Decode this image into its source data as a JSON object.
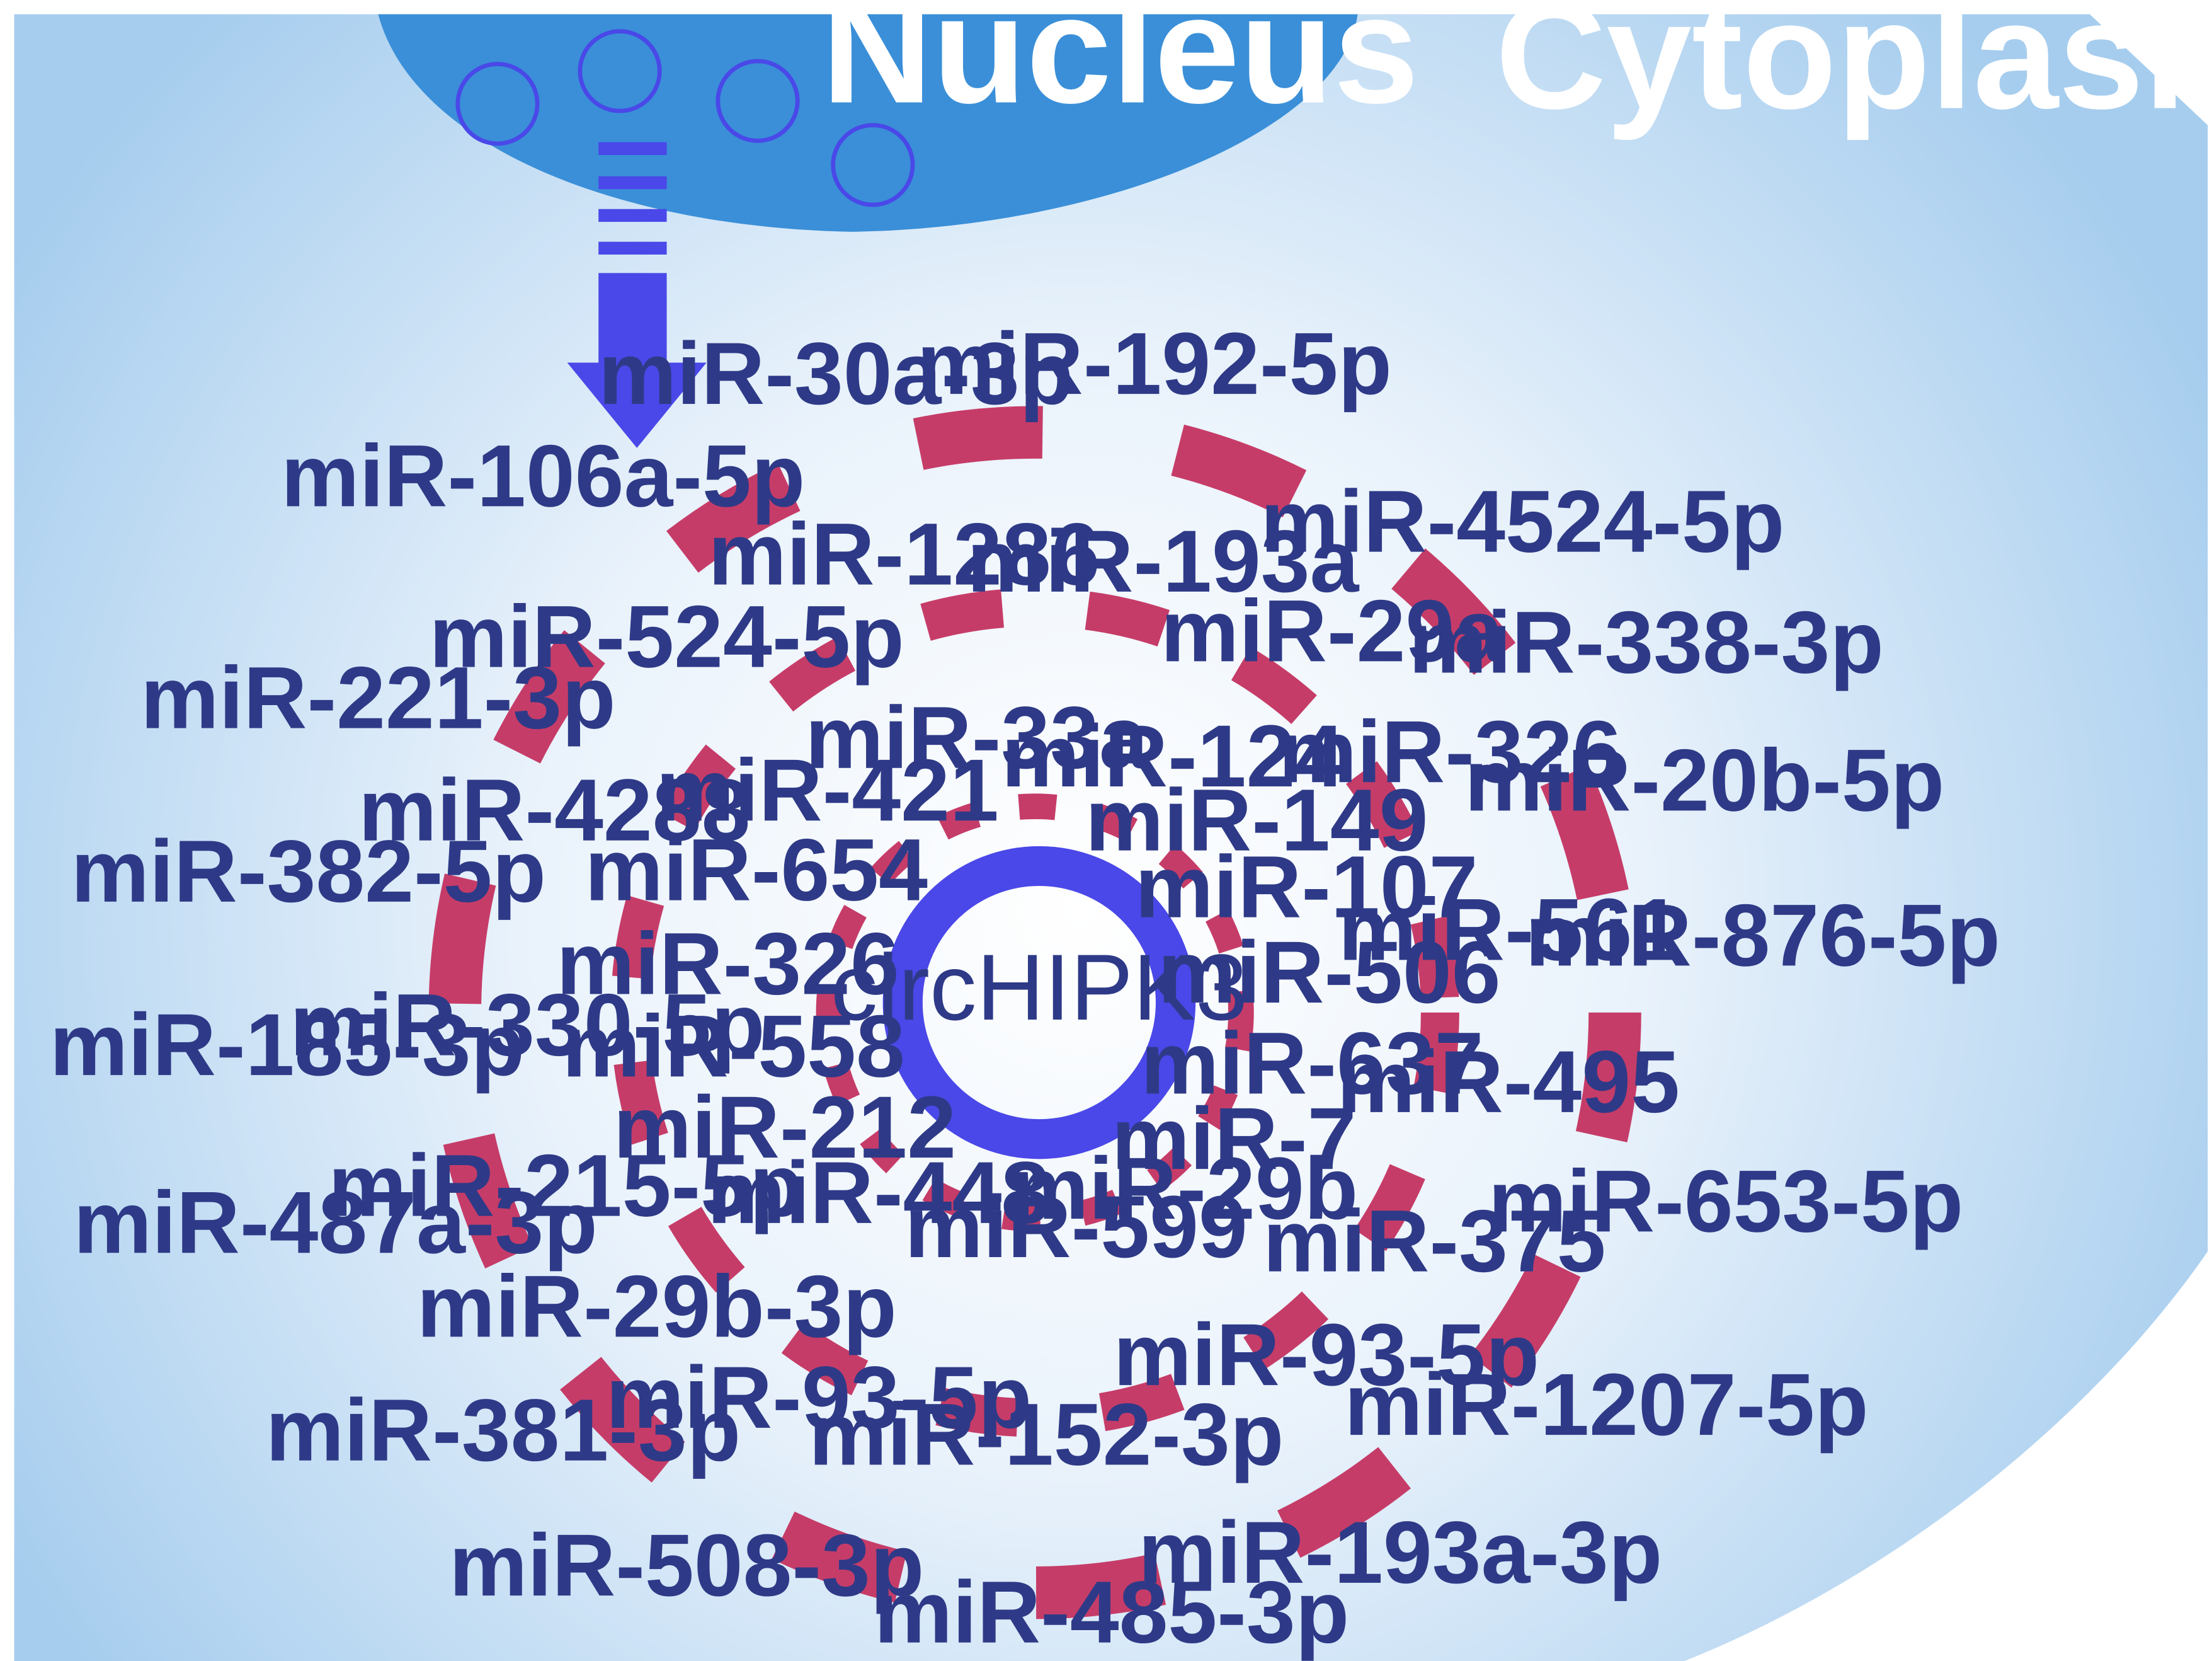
{
  "regions": {
    "nucleus_label": "Nucleus",
    "cytoplasm_label": "Cytoplasm"
  },
  "center": {
    "label": "circHIPK3"
  },
  "colors": {
    "cytoplasm_edge": "#a6cdee",
    "cytoplasm_center": "#ffffff",
    "nucleus": "#3a8fd8",
    "circle_outline": "#4a48e8",
    "arrow": "#4a48e8",
    "dash": "#c63c68",
    "label_text": "#2e3a87"
  },
  "rings": {
    "outer": [
      "miR-30a-3p",
      "miR-192-5p",
      "miR-106a-5p",
      "miR-4524-5p",
      "miR-338-3p",
      "miR-221-3p",
      "miR-20b-5p",
      "miR-382-5p",
      "miR-876-5p",
      "miR-185-3p",
      "miR-653-5p",
      "miR-487a-3p",
      "miR-1207-5p",
      "miR-381-3p",
      "miR-193a-3p",
      "miR-508-3p",
      "miR-485-3p"
    ],
    "middle": [
      "miR-1286",
      "miR-193a",
      "miR-524-5p",
      "miR-29a",
      "miR-4288",
      "miR-326",
      "miR-561",
      "miR-330-5p",
      "miR-495",
      "miR-215-5p",
      "miR-375",
      "miR-29b-3p",
      "miR-93-5p",
      "miR-93-5p",
      "miR-152-3p"
    ],
    "inner": [
      "miR-33a",
      "miR-124",
      "miR-421",
      "miR-149",
      "miR-654",
      "miR-107",
      "miR-326",
      "miR-506",
      "miR-558",
      "miR-637",
      "miR-212",
      "miR-7",
      "miR-448",
      "miR-29b",
      "miR-599"
    ]
  }
}
